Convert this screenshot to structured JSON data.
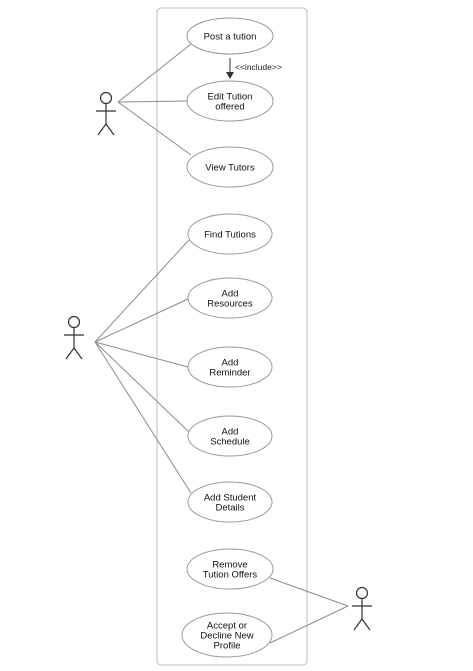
{
  "use_cases": [
    {
      "id": "post",
      "lines": [
        "Post a tution"
      ]
    },
    {
      "id": "edit",
      "lines": [
        "Edit Tution",
        "offered"
      ]
    },
    {
      "id": "view",
      "lines": [
        "View Tutors"
      ]
    },
    {
      "id": "find",
      "lines": [
        "Find Tutions"
      ]
    },
    {
      "id": "resources",
      "lines": [
        "Add",
        "Resources"
      ]
    },
    {
      "id": "reminder",
      "lines": [
        "Add",
        "Reminder"
      ]
    },
    {
      "id": "schedule",
      "lines": [
        "Add",
        "Schedule"
      ]
    },
    {
      "id": "student",
      "lines": [
        "Add Student",
        "Details"
      ]
    },
    {
      "id": "remove",
      "lines": [
        "Remove",
        "Tution Offers"
      ]
    },
    {
      "id": "accept",
      "lines": [
        "Accept or",
        "Decline New",
        "Profile"
      ]
    }
  ],
  "include_label": "<<include>>",
  "colors": {
    "line": "#8c8c8c",
    "boundary": "#bdbdbd",
    "stroke": "#9a9a9a",
    "actor": "#333333"
  }
}
